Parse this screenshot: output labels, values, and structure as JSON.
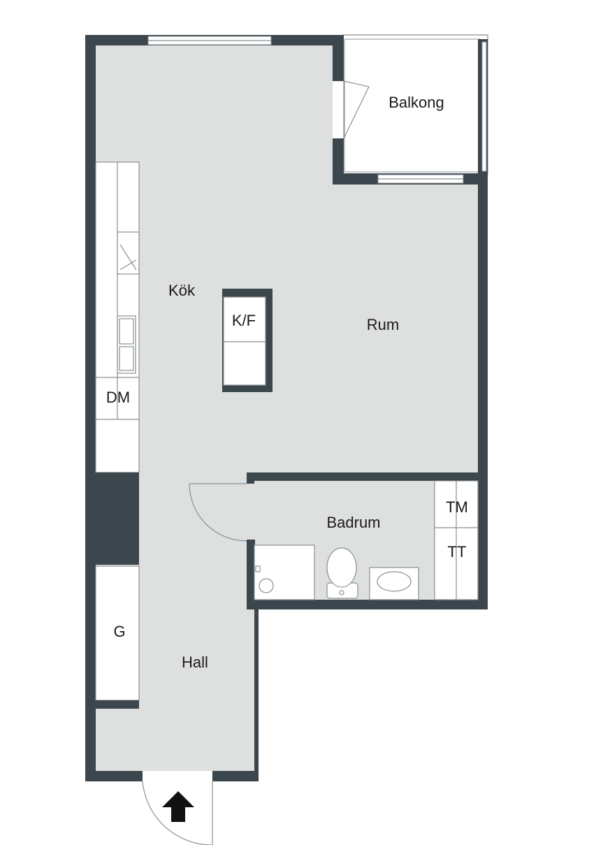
{
  "floorplan": {
    "rooms": {
      "balkong": "Balkong",
      "kok": "Kök",
      "rum": "Rum",
      "badrum": "Badrum",
      "hall": "Hall"
    },
    "fixtures": {
      "kf": "K/F",
      "dm": "DM",
      "tm": "TM",
      "tt": "TT",
      "g": "G"
    },
    "entrance_icon": "arrow-up-icon",
    "colors": {
      "wall": "#3c464d",
      "floor": "#dde0de",
      "fixture": "#ffffff"
    }
  }
}
